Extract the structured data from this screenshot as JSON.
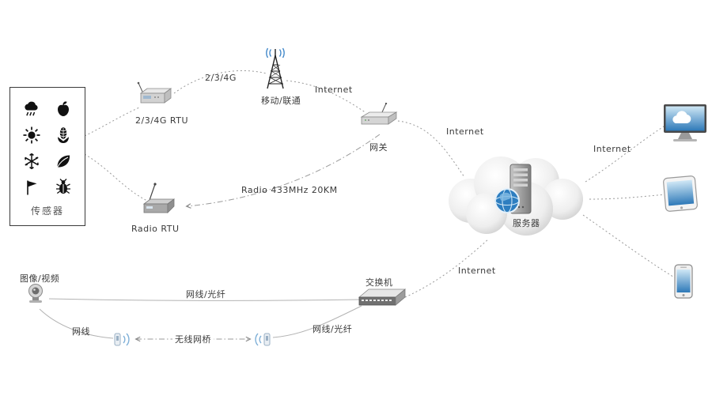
{
  "sensor_panel": {
    "label": "传感器",
    "icons": [
      "rain-cloud",
      "apple",
      "sun",
      "corn",
      "snowflake",
      "leaf",
      "flag",
      "beetle"
    ]
  },
  "nodes": {
    "rtu_4g": {
      "label": "2/3/4G RTU"
    },
    "mobile_tower": {
      "label": "移动/联通"
    },
    "gateway": {
      "label": "网关"
    },
    "radio_rtu": {
      "label": "Radio RTU"
    },
    "server_cloud": {
      "label": "服务器"
    },
    "camera": {
      "label": "图像/视频"
    },
    "switch": {
      "label": "交换机"
    }
  },
  "client_devices": [
    "desktop-monitor",
    "tablet",
    "smartphone"
  ],
  "links": {
    "rtu_to_tower": "2/3/4G",
    "tower_to_gateway": "Internet",
    "gateway_to_cloud": "Internet",
    "gateway_to_radio_rtu": "Radio 433MHz 20KM",
    "camera_to_switch": "网线/光纤",
    "switch_to_cloud": "Internet",
    "camera_to_bridge": "网线",
    "bridge_to_bridge": "无线网桥",
    "bridge_to_switch": "网线/光纤",
    "cloud_to_clients": "Internet"
  },
  "colors": {
    "line_gray": "#9a9a9a",
    "wave_blue": "#3d85c8",
    "screen_blue": "#2e79b8",
    "icon_black": "#111111"
  }
}
